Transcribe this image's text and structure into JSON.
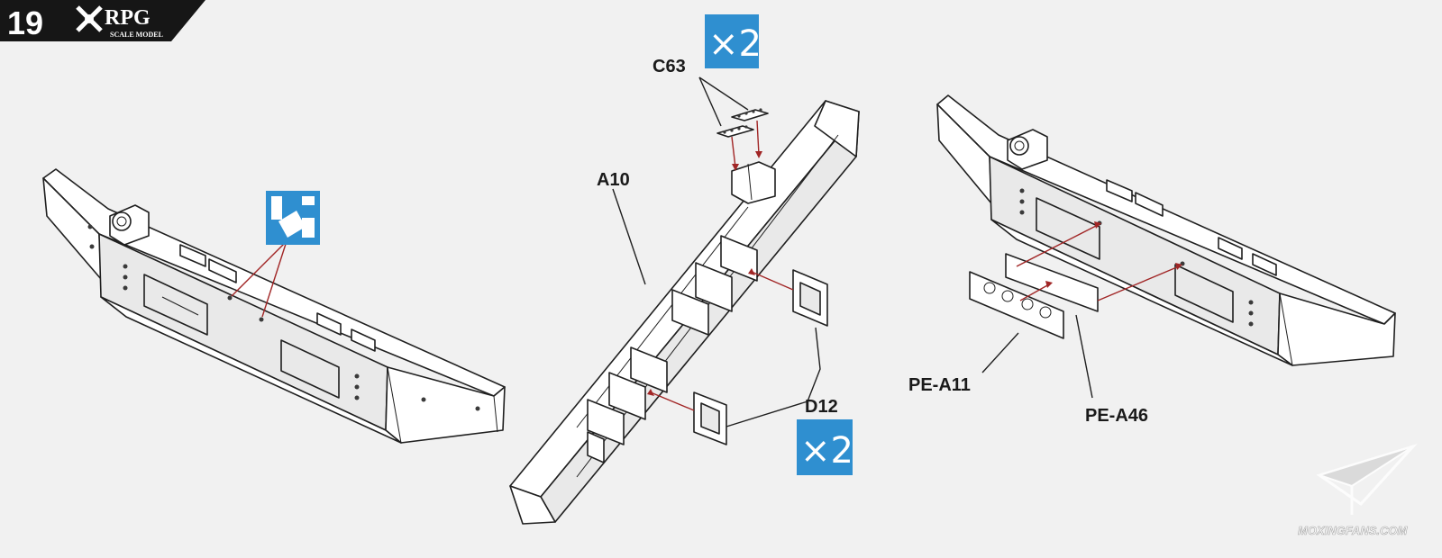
{
  "header": {
    "step_number": "19",
    "brand": "RPG",
    "brand_sub": "SCALE MODEL"
  },
  "labels": {
    "c63": "C63",
    "a10": "A10",
    "d12": "D12",
    "pe_a11": "PE-A11",
    "pe_a46": "PE-A46"
  },
  "quantities": {
    "c63_qty": "×2",
    "d12_qty": "×2"
  },
  "icons": {
    "drill_hole": "drill-hole-icon"
  },
  "watermark": {
    "text": "MOXINGFANS.COM"
  },
  "colors": {
    "badge_blue": "#2f8fd0",
    "arrow_red": "#a12626",
    "header_black": "#161616",
    "paper": "#f1f1f1"
  }
}
